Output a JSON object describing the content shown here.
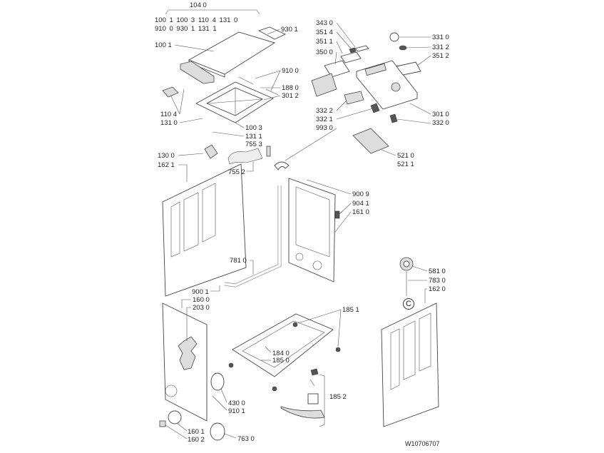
{
  "diagram": {
    "drawing_number": "W10706707",
    "view_marker": "C",
    "kit_label": "104 0",
    "kit_contents": [
      "100 1  100 3  110 4  131 0",
      "910 0  930 1  131 1"
    ],
    "callouts": [
      "930 1",
      "100 1",
      "910 0",
      "188 0",
      "301 2",
      "110 4",
      "131 0",
      "100 3",
      "131 1",
      "755 3",
      "130 0",
      "162 1",
      "755 2",
      "343 0",
      "351 4",
      "351 1",
      "350 0",
      "331 0",
      "331 2",
      "351 2",
      "332 2",
      "332 1",
      "993 0",
      "301 0",
      "332 0",
      "521 0",
      "521 1",
      "900 9",
      "904 1",
      "161 0",
      "781 0",
      "581 0",
      "783 0",
      "162 0",
      "900 1",
      "160 0",
      "203 0",
      "185 1",
      "184 0",
      "185 0",
      "185 2",
      "430 0",
      "910 1",
      "160 1",
      "160 2",
      "763 0"
    ]
  }
}
